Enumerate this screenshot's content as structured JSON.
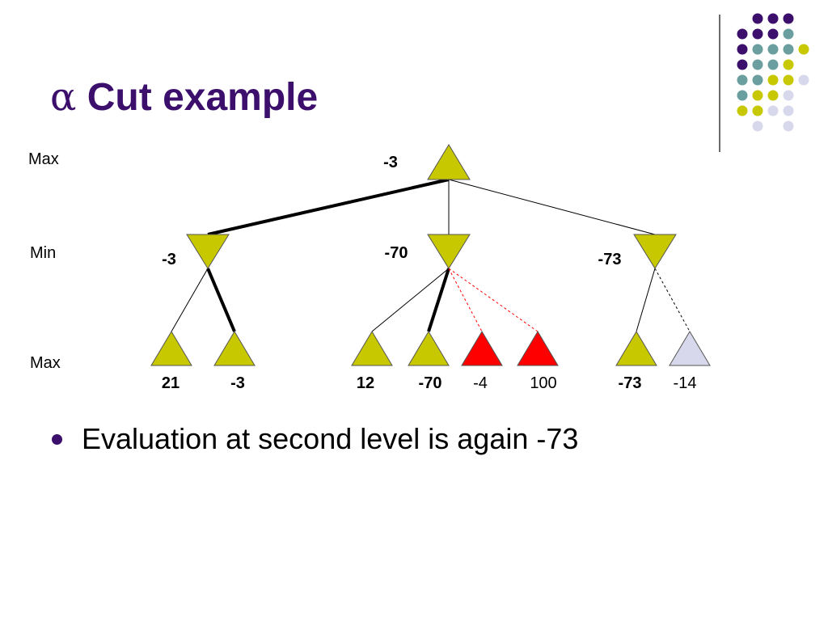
{
  "title": {
    "symbol": "α",
    "text": "Cut example"
  },
  "levels": {
    "top": "Max",
    "middle": "Min",
    "bottom": "Max"
  },
  "nodes": {
    "root": "-3",
    "min_left": "-3",
    "min_mid": "-70",
    "min_right": "-73"
  },
  "leaves": [
    {
      "value": "21",
      "bold": true,
      "color": "#c8c800",
      "state": "evaluated"
    },
    {
      "value": "-3",
      "bold": true,
      "color": "#c8c800",
      "state": "evaluated"
    },
    {
      "value": "12",
      "bold": true,
      "color": "#c8c800",
      "state": "evaluated"
    },
    {
      "value": "-70",
      "bold": true,
      "color": "#c8c800",
      "state": "evaluated"
    },
    {
      "value": "-4",
      "bold": false,
      "color": "#ff0000",
      "state": "pruned"
    },
    {
      "value": "100",
      "bold": false,
      "color": "#ff0000",
      "state": "pruned"
    },
    {
      "value": "-73",
      "bold": true,
      "color": "#c8c800",
      "state": "evaluated"
    },
    {
      "value": "-14",
      "bold": false,
      "color": "#d8d8ec",
      "state": "pruned"
    }
  ],
  "bullet": "Evaluation at second level is again -73",
  "colors": {
    "accent": "#3b0f6b",
    "node_fill": "#c8c800",
    "pruned_fill": "#ff0000",
    "skipped_fill": "#d8d8ec",
    "deco_purple": "#3b0f6b",
    "deco_teal": "#6b9e9e",
    "deco_yellow": "#c8c800",
    "deco_lavender": "#d8d8ec"
  }
}
